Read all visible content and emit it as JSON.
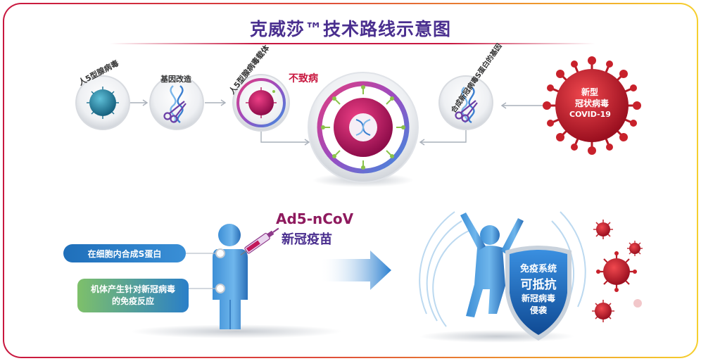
{
  "title": "克威莎™技术路线示意图",
  "top_row": {
    "step1_label": "人5型腺病毒",
    "step2_label": "基因改造",
    "step3_label": "人5型腺病毒载体",
    "step3_tag": "不致病",
    "step5_label": "合成新冠病毒S蛋白的基因",
    "virus_label_line1": "新型",
    "virus_label_line2": "冠状病毒",
    "virus_label_line3": "COVID-19"
  },
  "bottom_row": {
    "vaccine_name": "Ad5-nCoV",
    "vaccine_sub": "新冠疫苗",
    "callout1": "在细胞内合成S蛋白",
    "callout2_line1": "机体产生针对新冠病毒",
    "callout2_line2": "的免疫反应",
    "shield_line1": "免疫系统",
    "shield_line2": "可抵抗",
    "shield_line3": "新冠病毒",
    "shield_line4": "侵袭"
  },
  "colors": {
    "title": "#4a2f8f",
    "accent_red": "#c8173f",
    "accent_blue": "#2a7fd0",
    "green_pill": "#7ec06a",
    "blue_pill": "#1f6fba"
  }
}
